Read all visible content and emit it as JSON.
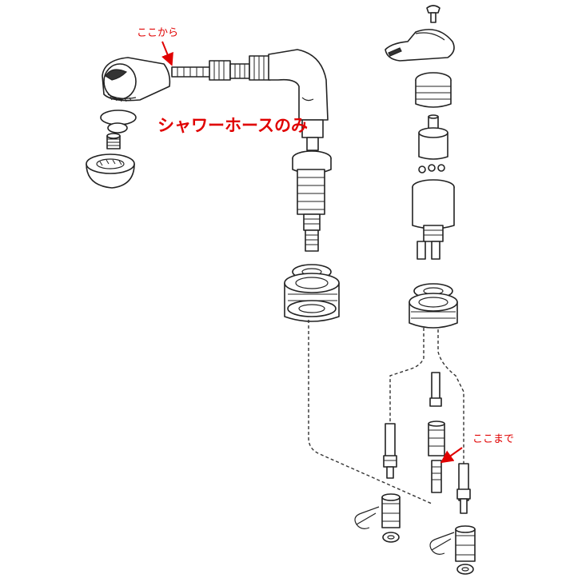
{
  "annotations": {
    "start_label": "ここから",
    "hose_label": "シャワーホースのみ",
    "end_label": "ここまで"
  },
  "colors": {
    "annotation": "#e00000",
    "line_art": "#222222",
    "background": "#ffffff"
  }
}
